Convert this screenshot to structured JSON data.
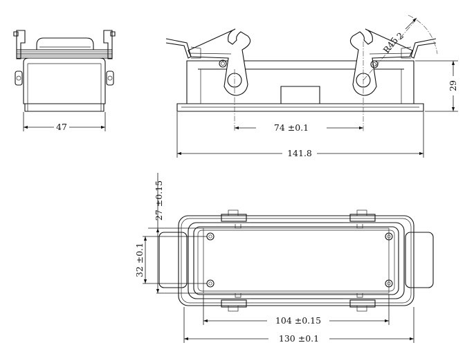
{
  "drawing": {
    "dimensions": {
      "side_width": "47",
      "pin_spacing": "74 ±0.1",
      "overall_length": "141.8",
      "height": "29",
      "radius": "R45",
      "rotation_value": "2",
      "inner_length": "104 ±0.15",
      "outer_length": "130 ±0.1",
      "inner_width": "27 ±0.15",
      "mount_spacing": "32 ±0.1"
    },
    "colors": {
      "line": "#111111",
      "background": "#ffffff"
    }
  }
}
